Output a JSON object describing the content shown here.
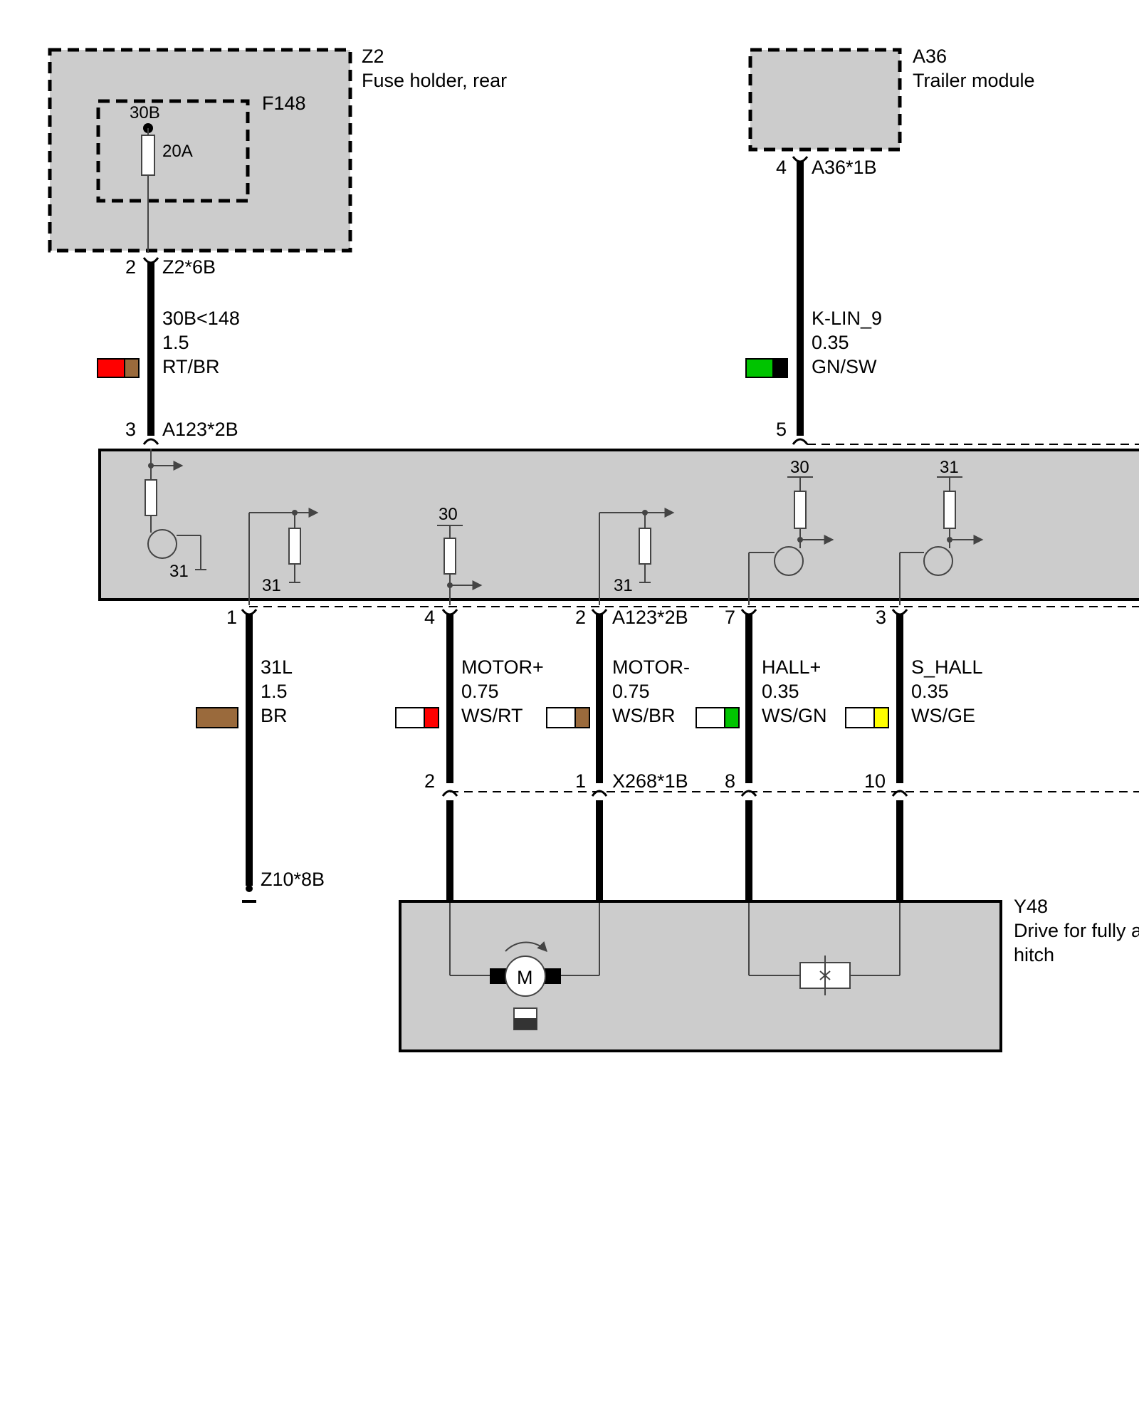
{
  "colors": {
    "rt": "#ff0000",
    "br": "#9a6a3c",
    "gn": "#00c400",
    "sw": "#000000",
    "ws": "#ffffff",
    "ge": "#ffff00",
    "fill": "#cccccc"
  },
  "components": {
    "z2": {
      "id": "Z2",
      "name": "Fuse holder, rear"
    },
    "f148": {
      "id": "F148",
      "terminal": "30B",
      "rating": "20A"
    },
    "a36": {
      "id": "A36",
      "name": "Trailer module"
    },
    "y48": {
      "id": "Y48",
      "name_line1": "Drive for fully a",
      "name_line2": "hitch"
    }
  },
  "connectors": {
    "z2_pin": "2",
    "z2_name": "Z2*6B",
    "a36_pin": "4",
    "a36_name": "A36*1B",
    "a123_top_pin_left": "3",
    "a123_top_name": "A123*2B",
    "a123_top_pin_right": "5",
    "a123_bottom_pins": [
      "1",
      "4",
      "2",
      "7",
      "3"
    ],
    "a123_bottom_name": "A123*2B",
    "x268_pins": [
      "2",
      "1",
      "8",
      "10"
    ],
    "x268_name": "X268*1B",
    "ground_name": "Z10*8B"
  },
  "wires": {
    "w30b": {
      "signal": "30B<148",
      "size": "1.5",
      "color": "RT/BR"
    },
    "klin": {
      "signal": "K-LIN_9",
      "size": "0.35",
      "color": "GN/SW"
    },
    "w31l": {
      "signal": "31L",
      "size": "1.5",
      "color": "BR"
    },
    "motor_plus": {
      "signal": "MOTOR+",
      "size": "0.75",
      "color": "WS/RT"
    },
    "motor_minus": {
      "signal": "MOTOR-",
      "size": "0.75",
      "color": "WS/BR"
    },
    "hall_plus": {
      "signal": "HALL+",
      "size": "0.35",
      "color": "WS/GN"
    },
    "s_hall": {
      "signal": "S_HALL",
      "size": "0.35",
      "color": "WS/GE"
    }
  },
  "internal_labels": {
    "t31_a": "31",
    "t31_b": "31",
    "t30_a": "30",
    "t31_c": "31",
    "t30_b": "30",
    "t31_d": "31"
  },
  "motor_symbol": "M"
}
